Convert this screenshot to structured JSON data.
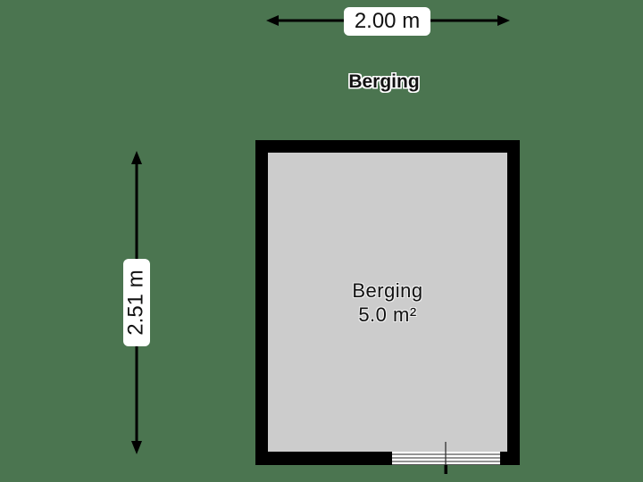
{
  "plan": {
    "title": "Berging",
    "dimensions": {
      "width_label": "2.00 m",
      "height_label": "2.51 m"
    },
    "rooms": [
      {
        "name": "Berging",
        "area": "5.0 m²"
      }
    ],
    "colors": {
      "background": "#4b7550",
      "wall": "#000000",
      "floor": "#cccccc",
      "label_bg": "#ffffff",
      "text": "#111111"
    }
  }
}
